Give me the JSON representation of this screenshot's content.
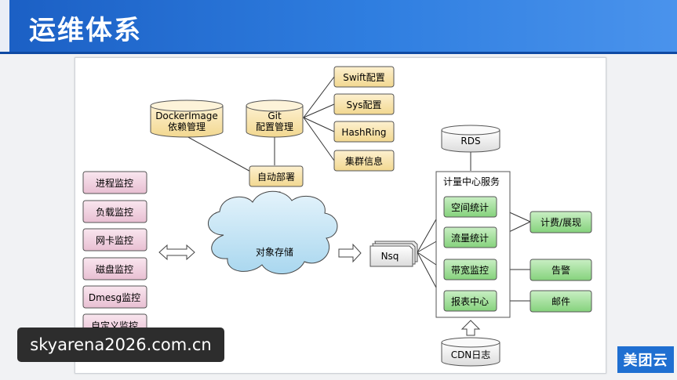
{
  "header": {
    "title": "运维体系"
  },
  "diagram": {
    "deps": {
      "docker_line1": "DockerImage",
      "docker_line2": "依赖管理",
      "git_line1": "Git",
      "git_line2": "配置管理"
    },
    "config_items": [
      "Swift配置",
      "Sys配置",
      "HashRing",
      "集群信息"
    ],
    "auto_deploy": "自动部署",
    "storage": "对象存储",
    "monitors": [
      "进程监控",
      "负载监控",
      "网卡监控",
      "磁盘监控",
      "Dmesg监控",
      "自定义监控"
    ],
    "nsq": "Nsq",
    "rds": "RDS",
    "compute_title": "计量中心服务",
    "compute_items": [
      "空间统计",
      "流量统计",
      "带宽监控",
      "报表中心"
    ],
    "outputs": [
      "计费/展现",
      "告警",
      "邮件"
    ],
    "cdn": "CDN日志"
  },
  "watermark": "skyarena2026.com.cn",
  "brand": "美团云"
}
